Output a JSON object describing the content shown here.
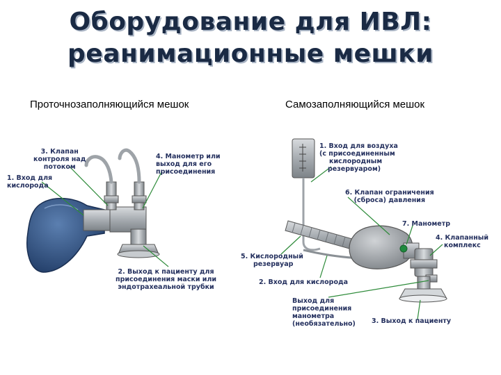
{
  "title": {
    "line1": "Оборудование для ИВЛ:",
    "line2": "реанимационные мешки"
  },
  "left": {
    "subtitle": "Проточнозаполняющийся мешок",
    "labels": {
      "valve_l1": "3. Клапан",
      "valve_l2": "контроля над",
      "valve_l3": "потоком",
      "oxygen_l1": "1. Вход для",
      "oxygen_l2": "кислорода",
      "manometer_l1": "4. Манометр или",
      "manometer_l2": "выход для его",
      "manometer_l3": "присоединения",
      "patient_l1": "2. Выход к пациенту для",
      "patient_l2": "присоединения маски или",
      "patient_l3": "эндотрахеальной трубки"
    }
  },
  "right": {
    "subtitle": "Самозаполняющийся мешок",
    "labels": {
      "air_l1": "1. Вход для воздуха",
      "air_l2": "(с присоединенным",
      "air_l3": "кислородным",
      "air_l4": "резервуаром)",
      "pressure_l1": "6. Клапан ограничения",
      "pressure_l2": "(сброса) давления",
      "manometer": "7.  Манометр",
      "valve_l1": "4. Клапанный",
      "valve_l2": "комплекс",
      "reservoir_l1": "5. Кислородный",
      "reservoir_l2": "резервуар",
      "oxygen": "2. Вход для кислорода",
      "manometer_out_l1": "Выход для",
      "manometer_out_l2": "присоединения",
      "manometer_out_l3": "манометра",
      "manometer_out_l4": "(необязательно)",
      "patient": "3. Выход к пациенту"
    }
  },
  "colors": {
    "bag_blue": "#2b4d7e",
    "leader_green": "#2e8b3a",
    "label_navy": "#24305e",
    "metal_gray": "#9ea3a8"
  }
}
